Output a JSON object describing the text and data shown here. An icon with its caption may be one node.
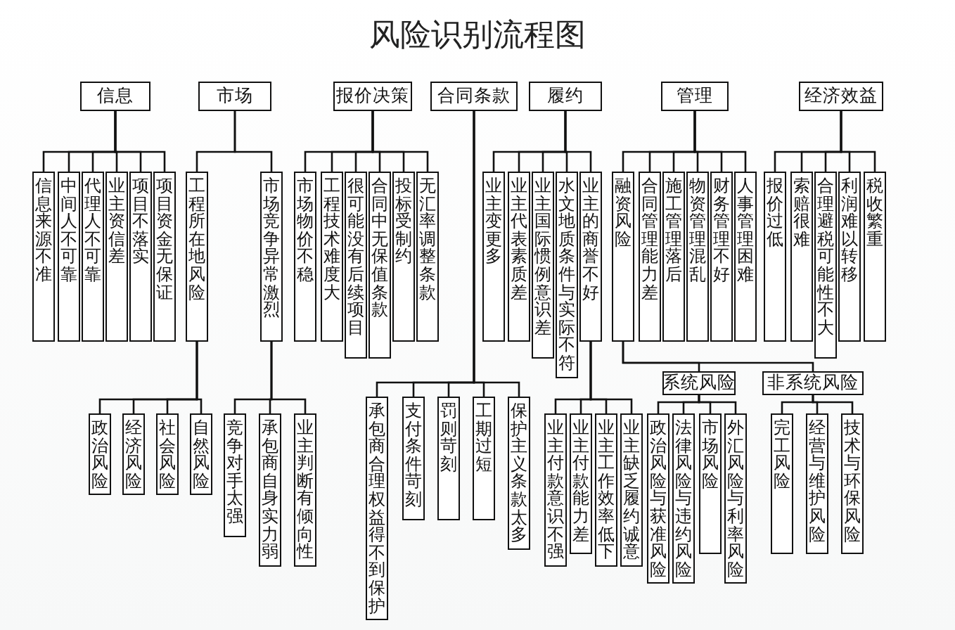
{
  "diagram": {
    "title": "风险识别流程图",
    "nodes": [
      {
        "text": [
          "信息"
        ]
      },
      {
        "text": [
          "市场"
        ]
      },
      {
        "text": [
          "报价决策"
        ]
      },
      {
        "text": [
          "合同条款"
        ]
      },
      {
        "text": [
          "履约"
        ]
      },
      {
        "text": [
          "管理"
        ]
      },
      {
        "text": [
          "经济效益"
        ]
      },
      {
        "text": [
          "信息来源不准"
        ]
      },
      {
        "text": [
          "中间人不可靠"
        ]
      },
      {
        "text": [
          "代理人不可靠"
        ]
      },
      {
        "text": [
          "业主资信差"
        ]
      },
      {
        "text": [
          "项目不落实"
        ]
      },
      {
        "text": [
          "项目资金无保证"
        ]
      },
      {
        "text": [
          "工程所在地风险"
        ]
      },
      {
        "text": [
          "市场竞争异常激烈"
        ]
      },
      {
        "text": [
          "市场物价不稳"
        ]
      },
      {
        "text": [
          "工程技术难度大"
        ]
      },
      {
        "text": [
          "很可能没有后续项目"
        ]
      },
      {
        "text": [
          "合同中无保值条款"
        ]
      },
      {
        "text": [
          "投标受制约"
        ]
      },
      {
        "text": [
          "无汇率调整条款"
        ]
      },
      {
        "text": [
          "业主变更多"
        ]
      },
      {
        "text": [
          "业主代表素质差"
        ]
      },
      {
        "text": [
          "业主国际惯例意识差"
        ]
      },
      {
        "text": [
          "水文地质条件与实际不符"
        ]
      },
      {
        "text": [
          "业主的商誉不好"
        ]
      },
      {
        "text": [
          "融资风险"
        ]
      },
      {
        "text": [
          "合同管理能力差"
        ]
      },
      {
        "text": [
          "施工管理落后"
        ]
      },
      {
        "text": [
          "物资管理混乱"
        ]
      },
      {
        "text": [
          "财务管理不好"
        ]
      },
      {
        "text": [
          "人事管理困难"
        ]
      },
      {
        "text": [
          "报价过低"
        ]
      },
      {
        "text": [
          "索赔很难"
        ]
      },
      {
        "text": [
          "合理避税可能性不大"
        ]
      },
      {
        "text": [
          "利润难以转移"
        ]
      },
      {
        "text": [
          "税收繁重"
        ]
      },
      {
        "text": [
          "系统风险"
        ]
      },
      {
        "text": [
          "非系统风险"
        ]
      },
      {
        "text": [
          "政治风险"
        ]
      },
      {
        "text": [
          "经济风险"
        ]
      },
      {
        "text": [
          "社会风险"
        ]
      },
      {
        "text": [
          "自然风险"
        ]
      },
      {
        "text": [
          "竞争对手太强"
        ]
      },
      {
        "text": [
          "承包商自身实力弱"
        ]
      },
      {
        "text": [
          "业主判断有倾向性"
        ]
      },
      {
        "text": [
          "承包商合理权益得不到保护"
        ]
      },
      {
        "text": [
          "支付条件苛刻"
        ]
      },
      {
        "text": [
          "罚则苛刻"
        ]
      },
      {
        "text": [
          "工期过短"
        ]
      },
      {
        "text": [
          "保护主义条款太多"
        ]
      },
      {
        "text": [
          "业主付款意识不强"
        ]
      },
      {
        "text": [
          "业主付款能力差"
        ]
      },
      {
        "text": [
          "业主工作效率低下"
        ]
      },
      {
        "text": [
          "业主缺乏履约诚意"
        ]
      },
      {
        "text": [
          "政治风险与获准风险"
        ]
      },
      {
        "text": [
          "法律风险与违约风险"
        ]
      },
      {
        "text": [
          "市场风险"
        ]
      },
      {
        "text": [
          "外汇风险与利率风险"
        ]
      },
      {
        "text": [
          "完工风险"
        ]
      },
      {
        "text": [
          "经营与维护风险"
        ]
      },
      {
        "text": [
          "技术与环保风险"
        ]
      }
    ],
    "edges": [
      {
        "from": 0,
        "to": 7,
        "arrow": "none"
      },
      {
        "from": 0,
        "to": 8,
        "arrow": "none"
      },
      {
        "from": 0,
        "to": 9,
        "arrow": "none"
      },
      {
        "from": 0,
        "to": 10,
        "arrow": "none"
      },
      {
        "from": 0,
        "to": 11,
        "arrow": "none"
      },
      {
        "from": 0,
        "to": 12,
        "arrow": "none"
      },
      {
        "from": 1,
        "to": 13,
        "arrow": "none"
      },
      {
        "from": 1,
        "to": 14,
        "arrow": "none"
      },
      {
        "from": 2,
        "to": 15,
        "arrow": "none"
      },
      {
        "from": 2,
        "to": 16,
        "arrow": "none"
      },
      {
        "from": 2,
        "to": 17,
        "arrow": "none"
      },
      {
        "from": 2,
        "to": 18,
        "arrow": "none"
      },
      {
        "from": 2,
        "to": 19,
        "arrow": "none"
      },
      {
        "from": 2,
        "to": 20,
        "arrow": "none"
      },
      {
        "from": 4,
        "to": 21,
        "arrow": "none"
      },
      {
        "from": 4,
        "to": 22,
        "arrow": "none"
      },
      {
        "from": 4,
        "to": 23,
        "arrow": "none"
      },
      {
        "from": 4,
        "to": 24,
        "arrow": "none"
      },
      {
        "from": 4,
        "to": 25,
        "arrow": "none"
      },
      {
        "from": 5,
        "to": 26,
        "arrow": "none"
      },
      {
        "from": 5,
        "to": 27,
        "arrow": "none"
      },
      {
        "from": 5,
        "to": 28,
        "arrow": "none"
      },
      {
        "from": 5,
        "to": 29,
        "arrow": "none"
      },
      {
        "from": 5,
        "to": 30,
        "arrow": "none"
      },
      {
        "from": 5,
        "to": 31,
        "arrow": "none"
      },
      {
        "from": 6,
        "to": 32,
        "arrow": "none"
      },
      {
        "from": 6,
        "to": 33,
        "arrow": "none"
      },
      {
        "from": 6,
        "to": 34,
        "arrow": "none"
      },
      {
        "from": 6,
        "to": 35,
        "arrow": "none"
      },
      {
        "from": 6,
        "to": 36,
        "arrow": "none"
      },
      {
        "from": 26,
        "to": 37,
        "arrow": "none"
      },
      {
        "from": 26,
        "to": 38,
        "arrow": "none"
      },
      {
        "from": 13,
        "to": 39,
        "arrow": "none"
      },
      {
        "from": 13,
        "to": 40,
        "arrow": "none"
      },
      {
        "from": 13,
        "to": 41,
        "arrow": "none"
      },
      {
        "from": 13,
        "to": 42,
        "arrow": "none"
      },
      {
        "from": 14,
        "to": 43,
        "arrow": "none"
      },
      {
        "from": 14,
        "to": 44,
        "arrow": "none"
      },
      {
        "from": 14,
        "to": 45,
        "arrow": "none"
      },
      {
        "from": 3,
        "to": 46,
        "arrow": "none"
      },
      {
        "from": 3,
        "to": 47,
        "arrow": "none"
      },
      {
        "from": 3,
        "to": 48,
        "arrow": "none"
      },
      {
        "from": 3,
        "to": 49,
        "arrow": "none"
      },
      {
        "from": 3,
        "to": 50,
        "arrow": "none"
      },
      {
        "from": 25,
        "to": 51,
        "arrow": "none"
      },
      {
        "from": 25,
        "to": 52,
        "arrow": "none"
      },
      {
        "from": 25,
        "to": 53,
        "arrow": "none"
      },
      {
        "from": 25,
        "to": 54,
        "arrow": "none"
      },
      {
        "from": 37,
        "to": 55,
        "arrow": "none"
      },
      {
        "from": 37,
        "to": 56,
        "arrow": "none"
      },
      {
        "from": 37,
        "to": 57,
        "arrow": "none"
      },
      {
        "from": 37,
        "to": 58,
        "arrow": "none"
      },
      {
        "from": 38,
        "to": 59,
        "arrow": "none"
      },
      {
        "from": 38,
        "to": 60,
        "arrow": "none"
      },
      {
        "from": 38,
        "to": 61,
        "arrow": "none"
      }
    ]
  }
}
